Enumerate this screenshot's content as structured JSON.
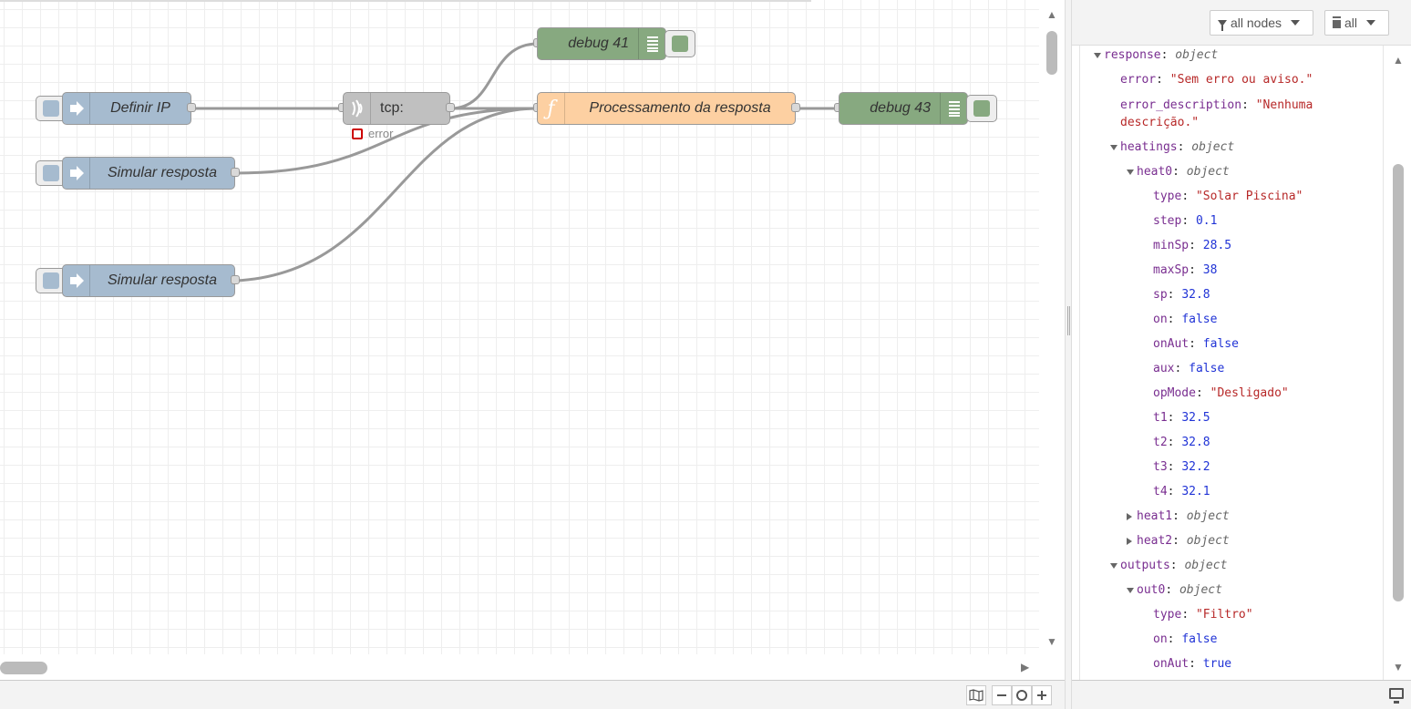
{
  "flow": {
    "nodes": {
      "definir_ip": {
        "label": "Definir IP"
      },
      "simular_resposta_1": {
        "label": "Simular resposta"
      },
      "simular_resposta_2": {
        "label": "Simular resposta"
      },
      "tcp": {
        "label": "tcp:",
        "status": "error"
      },
      "debug41": {
        "label": "debug 41"
      },
      "processamento": {
        "label": "Processamento da resposta"
      },
      "debug43": {
        "label": "debug 43"
      }
    }
  },
  "colors": {
    "inject": "#a6bbcf",
    "debug": "#87a980",
    "function": "#fdd0a2",
    "tcp": "#c0c0c0",
    "status_error": "#cc0000"
  },
  "sidebar": {
    "filter_label": "all nodes",
    "clear_label": "all",
    "tree": [
      {
        "indent": 0,
        "tw": "open",
        "key": "response",
        "vclass": "obj",
        "value": "object"
      },
      {
        "indent": 1,
        "tw": "",
        "key": "error",
        "vclass": "str",
        "value": "\"Sem erro ou aviso.\""
      },
      {
        "indent": 1,
        "tw": "",
        "key": "error_description",
        "vclass": "str",
        "value": "\"Nenhuma",
        "cont": "descrição.\""
      },
      {
        "indent": 1,
        "tw": "open",
        "key": "heatings",
        "vclass": "obj",
        "value": "object"
      },
      {
        "indent": 2,
        "tw": "open",
        "key": "heat0",
        "vclass": "obj",
        "value": "object"
      },
      {
        "indent": 3,
        "tw": "",
        "key": "type",
        "vclass": "str",
        "value": "\"Solar Piscina\""
      },
      {
        "indent": 3,
        "tw": "",
        "key": "step",
        "vclass": "num",
        "value": "0.1"
      },
      {
        "indent": 3,
        "tw": "",
        "key": "minSp",
        "vclass": "num",
        "value": "28.5"
      },
      {
        "indent": 3,
        "tw": "",
        "key": "maxSp",
        "vclass": "num",
        "value": "38"
      },
      {
        "indent": 3,
        "tw": "",
        "key": "sp",
        "vclass": "num",
        "value": "32.8"
      },
      {
        "indent": 3,
        "tw": "",
        "key": "on",
        "vclass": "bool",
        "value": "false"
      },
      {
        "indent": 3,
        "tw": "",
        "key": "onAut",
        "vclass": "bool",
        "value": "false"
      },
      {
        "indent": 3,
        "tw": "",
        "key": "aux",
        "vclass": "bool",
        "value": "false"
      },
      {
        "indent": 3,
        "tw": "",
        "key": "opMode",
        "vclass": "str",
        "value": "\"Desligado\""
      },
      {
        "indent": 3,
        "tw": "",
        "key": "t1",
        "vclass": "num",
        "value": "32.5"
      },
      {
        "indent": 3,
        "tw": "",
        "key": "t2",
        "vclass": "num",
        "value": "32.8"
      },
      {
        "indent": 3,
        "tw": "",
        "key": "t3",
        "vclass": "num",
        "value": "32.2"
      },
      {
        "indent": 3,
        "tw": "",
        "key": "t4",
        "vclass": "num",
        "value": "32.1"
      },
      {
        "indent": 2,
        "tw": "closed",
        "key": "heat1",
        "vclass": "obj",
        "value": "object"
      },
      {
        "indent": 2,
        "tw": "closed",
        "key": "heat2",
        "vclass": "obj",
        "value": "object"
      },
      {
        "indent": 1,
        "tw": "open",
        "key": "outputs",
        "vclass": "obj",
        "value": "object"
      },
      {
        "indent": 2,
        "tw": "open",
        "key": "out0",
        "vclass": "obj",
        "value": "object"
      },
      {
        "indent": 3,
        "tw": "",
        "key": "type",
        "vclass": "str",
        "value": "\"Filtro\""
      },
      {
        "indent": 3,
        "tw": "",
        "key": "on",
        "vclass": "bool",
        "value": "false"
      },
      {
        "indent": 3,
        "tw": "",
        "key": "onAut",
        "vclass": "bool",
        "value": "true"
      }
    ]
  }
}
